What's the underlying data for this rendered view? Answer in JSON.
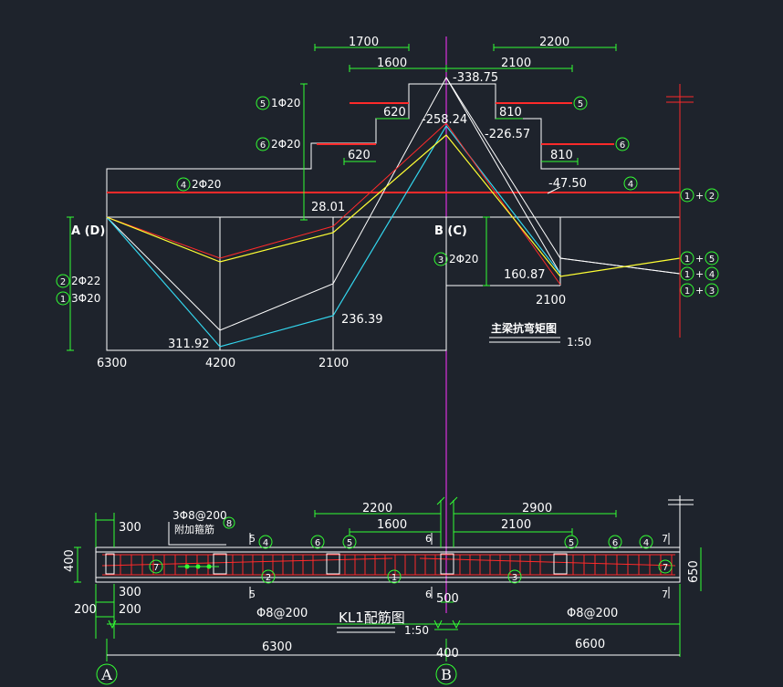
{
  "colors": {
    "background": "#1e232c",
    "line": "#ffffff",
    "dimension": "#33ff33",
    "rebar": "#ff2a2a",
    "curve_yellow": "#ffff33",
    "curve_cyan": "#33d6ee",
    "axis": "#ff33ff"
  },
  "top": {
    "dims": {
      "d1700": "1700",
      "d1600": "1600",
      "d2200": "2200",
      "d2100": "2100",
      "d620a": "620",
      "d620b": "620",
      "d810a": "810",
      "d810b": "810"
    },
    "values": {
      "v338": "-338.75",
      "v258": "-258.24",
      "v226": "-226.57",
      "v47": "-47.50",
      "v28": "28.01",
      "v236": "236.39",
      "v311": "311.92",
      "v160": "160.87"
    },
    "labels": {
      "axis_ad": "A (D)",
      "axis_bc": "B (C)",
      "bar5": "1Φ20",
      "bar6": "2Φ20",
      "bar4": "2Φ20",
      "bar2": "2Φ22",
      "bar1": "3Φ20",
      "bar3": "2Φ20",
      "c12": "+",
      "c15": "+",
      "c14": "+",
      "c13": "+"
    },
    "bottom_ticks": {
      "t6300": "6300",
      "t4200": "4200",
      "t2100a": "2100",
      "t2100b": "2100"
    },
    "title": "主梁抗弯矩图",
    "scale": "1:50"
  },
  "bottom": {
    "dims": {
      "d2200": "2200",
      "d1600": "1600",
      "d2900": "2900",
      "d2100": "2100",
      "d300a": "300",
      "d300b": "300",
      "d200a": "200",
      "d200b": "200",
      "d400v": "400",
      "d650v": "650",
      "d500": "500",
      "d400h": "400",
      "d6300": "6300",
      "d6600": "6600"
    },
    "stirrups": {
      "left": "Φ8@200",
      "right": "Φ8@200",
      "extra": "3Φ8@200",
      "extra_label": "附加箍筋"
    },
    "section": {
      "s5a": "5",
      "s5b": "5",
      "s6a": "6",
      "s6b": "6",
      "s7a": "7",
      "s7b": "7"
    },
    "title": "KL1配筋图",
    "scale": "1:50",
    "axis_a": "A",
    "axis_b": "B"
  },
  "bubbles": {
    "n1": "1",
    "n2": "2",
    "n3": "3",
    "n4": "4",
    "n5": "5",
    "n6": "6",
    "n7": "7",
    "n8": "8"
  }
}
